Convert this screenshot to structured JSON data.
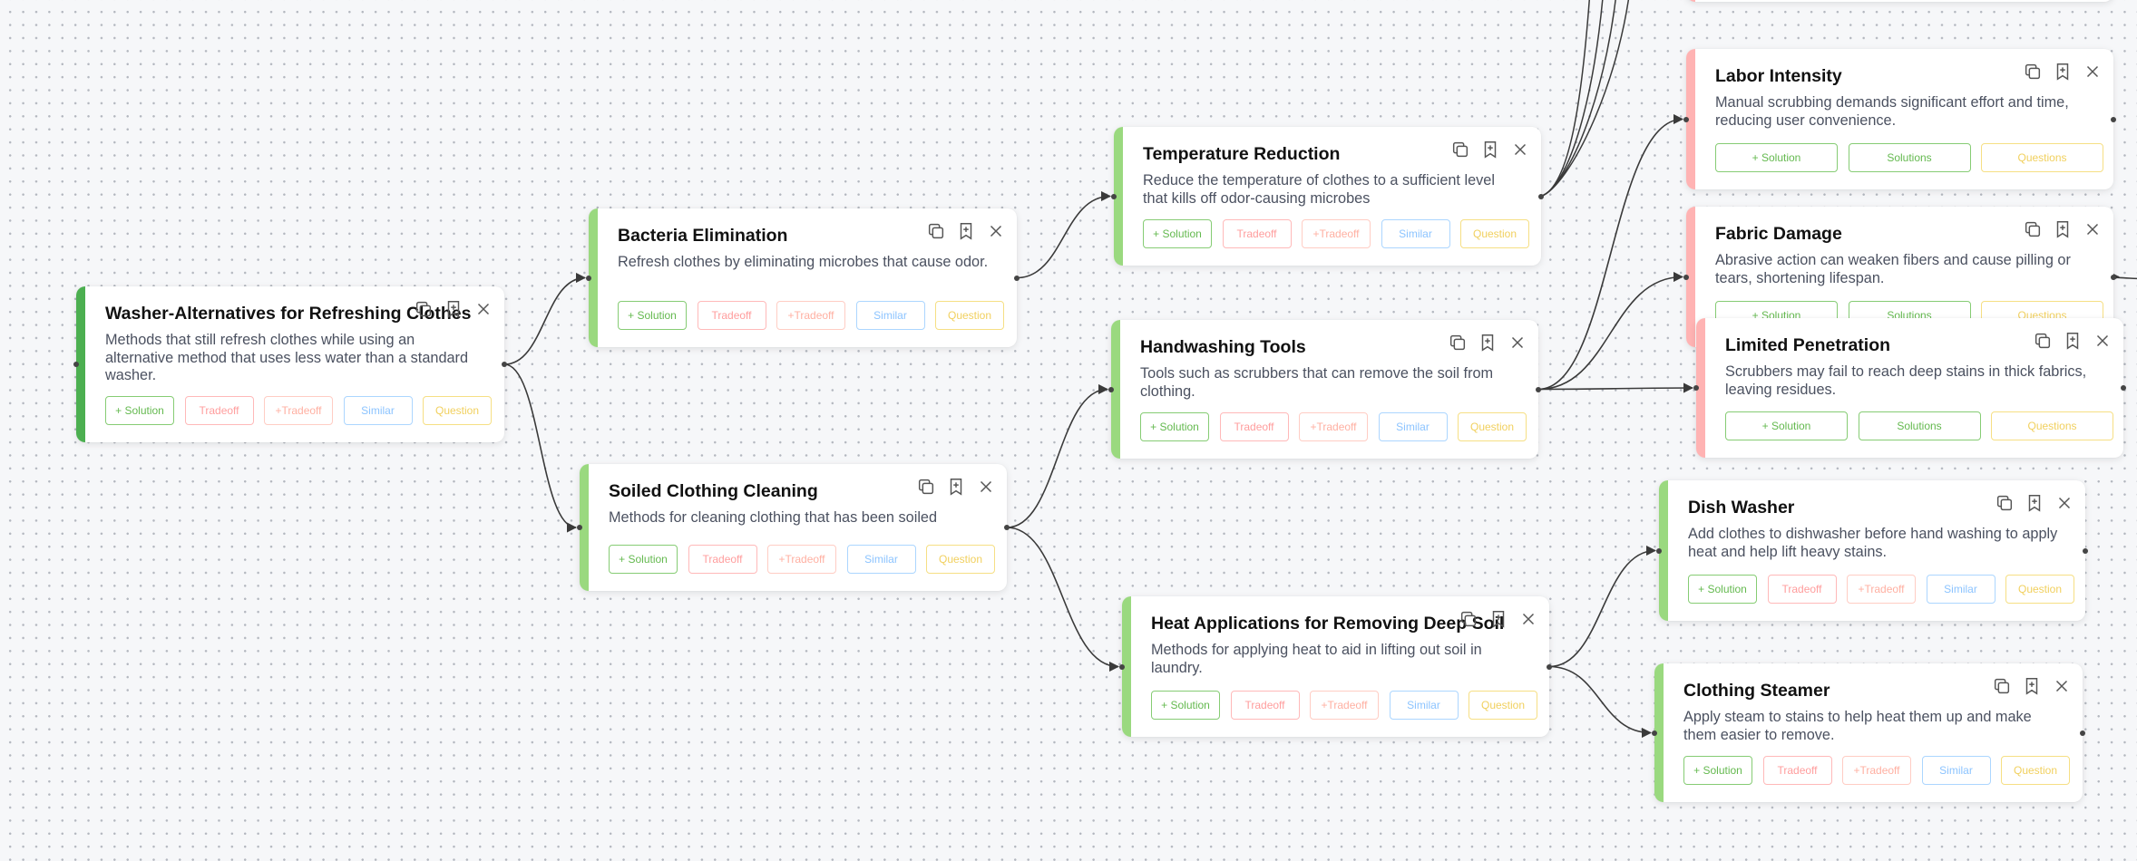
{
  "colors": {
    "root": "#4caf50",
    "solution": "#9ad97f",
    "tradeoff": "#ffb3b3",
    "edge": "#3a3a3a"
  },
  "card_icons": [
    "copy-icon",
    "bookmark-plus-icon",
    "close-icon"
  ],
  "cards": [
    {
      "id": "top-partial",
      "title": "",
      "description": "",
      "kind": "tradeoff",
      "buttons": []
    },
    {
      "id": "washer-alternatives",
      "title": "Washer-Alternatives for Refreshing Clothes",
      "description": "Methods that still refresh clothes while using an alternative method that uses less water than a standard washer.",
      "kind": "root",
      "buttons": [
        {
          "label": "+ Solution",
          "type": "solution"
        },
        {
          "label": "Tradeoff",
          "type": "tradeoff"
        },
        {
          "label": "+Tradeoff",
          "type": "plustradeoff"
        },
        {
          "label": "Similar",
          "type": "similar"
        },
        {
          "label": "Question",
          "type": "question"
        }
      ]
    },
    {
      "id": "bacteria-elimination",
      "title": "Bacteria Elimination",
      "description": "Refresh clothes by eliminating microbes that cause odor.",
      "kind": "solution",
      "buttons": [
        {
          "label": "+ Solution",
          "type": "solution"
        },
        {
          "label": "Tradeoff",
          "type": "tradeoff"
        },
        {
          "label": "+Tradeoff",
          "type": "plustradeoff"
        },
        {
          "label": "Similar",
          "type": "similar"
        },
        {
          "label": "Question",
          "type": "question"
        }
      ]
    },
    {
      "id": "soiled-clothing-cleaning",
      "title": "Soiled Clothing Cleaning",
      "description": "Methods for cleaning clothing that has been soiled",
      "kind": "solution",
      "buttons": [
        {
          "label": "+ Solution",
          "type": "solution"
        },
        {
          "label": "Tradeoff",
          "type": "tradeoff"
        },
        {
          "label": "+Tradeoff",
          "type": "plustradeoff"
        },
        {
          "label": "Similar",
          "type": "similar"
        },
        {
          "label": "Question",
          "type": "question"
        }
      ]
    },
    {
      "id": "temperature-reduction",
      "title": "Temperature Reduction",
      "description": "Reduce the temperature of clothes to a sufficient level that kills off odor-causing microbes",
      "kind": "solution",
      "buttons": [
        {
          "label": "+ Solution",
          "type": "solution"
        },
        {
          "label": "Tradeoff",
          "type": "tradeoff"
        },
        {
          "label": "+Tradeoff",
          "type": "plustradeoff"
        },
        {
          "label": "Similar",
          "type": "similar"
        },
        {
          "label": "Question",
          "type": "question"
        }
      ]
    },
    {
      "id": "handwashing-tools",
      "title": "Handwashing Tools",
      "description": "Tools such as scrubbers that can remove the soil from clothing.",
      "kind": "solution",
      "buttons": [
        {
          "label": "+ Solution",
          "type": "solution"
        },
        {
          "label": "Tradeoff",
          "type": "tradeoff"
        },
        {
          "label": "+Tradeoff",
          "type": "plustradeoff"
        },
        {
          "label": "Similar",
          "type": "similar"
        },
        {
          "label": "Question",
          "type": "question"
        }
      ]
    },
    {
      "id": "heat-applications",
      "title": "Heat Applications for Removing Deep Soil",
      "description": "Methods for applying heat to aid in lifting out soil in laundry.",
      "kind": "solution",
      "buttons": [
        {
          "label": "+ Solution",
          "type": "solution"
        },
        {
          "label": "Tradeoff",
          "type": "tradeoff"
        },
        {
          "label": "+Tradeoff",
          "type": "plustradeoff"
        },
        {
          "label": "Similar",
          "type": "similar"
        },
        {
          "label": "Question",
          "type": "question"
        }
      ]
    },
    {
      "id": "labor-intensity",
      "title": "Labor Intensity",
      "description": "Manual scrubbing demands significant effort and time, reducing user convenience.",
      "kind": "tradeoff",
      "buttons": [
        {
          "label": "+ Solution",
          "type": "solution"
        },
        {
          "label": "Solutions",
          "type": "solutions"
        },
        {
          "label": "Questions",
          "type": "questions"
        }
      ]
    },
    {
      "id": "fabric-damage",
      "title": "Fabric Damage",
      "description": "Abrasive action can weaken fibers and cause pilling or tears, shortening lifespan.",
      "kind": "tradeoff",
      "buttons": [
        {
          "label": "+ Solution",
          "type": "solution"
        },
        {
          "label": "Solutions",
          "type": "solutions"
        },
        {
          "label": "Questions",
          "type": "questions"
        }
      ]
    },
    {
      "id": "limited-penetration",
      "title": "Limited Penetration",
      "description": "Scrubbers may fail to reach deep stains in thick fabrics, leaving residues.",
      "kind": "tradeoff",
      "buttons": [
        {
          "label": "+ Solution",
          "type": "solution"
        },
        {
          "label": "Solutions",
          "type": "solutions"
        },
        {
          "label": "Questions",
          "type": "questions"
        }
      ]
    },
    {
      "id": "dish-washer",
      "title": "Dish Washer",
      "description": "Add clothes to dishwasher before hand washing to apply heat and help lift heavy stains.",
      "kind": "solution",
      "buttons": [
        {
          "label": "+ Solution",
          "type": "solution"
        },
        {
          "label": "Tradeoff",
          "type": "tradeoff"
        },
        {
          "label": "+Tradeoff",
          "type": "plustradeoff"
        },
        {
          "label": "Similar",
          "type": "similar"
        },
        {
          "label": "Question",
          "type": "question"
        }
      ]
    },
    {
      "id": "clothing-steamer",
      "title": "Clothing Steamer",
      "description": "Apply steam to stains to help heat them up and make them easier to remove.",
      "kind": "solution",
      "buttons": [
        {
          "label": "+ Solution",
          "type": "solution"
        },
        {
          "label": "Tradeoff",
          "type": "tradeoff"
        },
        {
          "label": "+Tradeoff",
          "type": "plustradeoff"
        },
        {
          "label": "Similar",
          "type": "similar"
        },
        {
          "label": "Question",
          "type": "question"
        }
      ]
    }
  ],
  "edges": [
    [
      "washer-alternatives",
      "bacteria-elimination"
    ],
    [
      "washer-alternatives",
      "soiled-clothing-cleaning"
    ],
    [
      "bacteria-elimination",
      "temperature-reduction"
    ],
    [
      "soiled-clothing-cleaning",
      "handwashing-tools"
    ],
    [
      "soiled-clothing-cleaning",
      "heat-applications"
    ],
    [
      "handwashing-tools",
      "labor-intensity"
    ],
    [
      "handwashing-tools",
      "fabric-damage"
    ],
    [
      "handwashing-tools",
      "limited-penetration"
    ],
    [
      "heat-applications",
      "dish-washer"
    ],
    [
      "heat-applications",
      "clothing-steamer"
    ]
  ]
}
